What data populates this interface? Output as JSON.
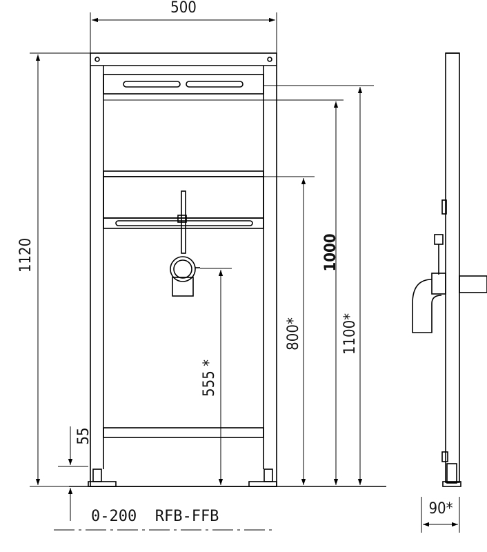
{
  "dimensions": {
    "width_top": "500",
    "total_height": "1120",
    "height_1000": "1000",
    "height_1100": "1100*",
    "height_800": "800*",
    "height_555": "555 *",
    "foot_55": "55",
    "depth_90": "90*"
  },
  "notes": {
    "floor_range": "0-200  RFB-FFB"
  }
}
